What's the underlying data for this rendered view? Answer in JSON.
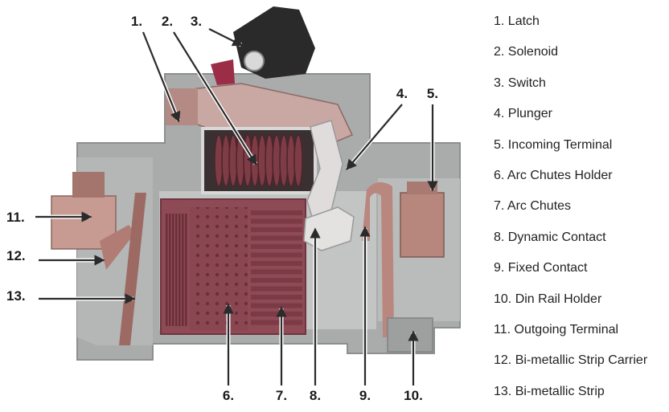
{
  "diagram": {
    "legend": [
      {
        "number": "1.",
        "label": "1. Latch"
      },
      {
        "number": "2.",
        "label": "2. Solenoid"
      },
      {
        "number": "3.",
        "label": "3. Switch"
      },
      {
        "number": "4.",
        "label": "4. Plunger"
      },
      {
        "number": "5.",
        "label": "5. Incoming Terminal"
      },
      {
        "number": "6.",
        "label": "6. Arc Chutes Holder"
      },
      {
        "number": "7.",
        "label": "7. Arc Chutes"
      },
      {
        "number": "8.",
        "label": "8. Dynamic Contact"
      },
      {
        "number": "9.",
        "label": "9. Fixed Contact"
      },
      {
        "number": "10.",
        "label": "10. Din Rail Holder"
      },
      {
        "number": "11.",
        "label": "11. Outgoing Terminal"
      },
      {
        "number": "12.",
        "label": "12. Bi-metallic Strip Carrier"
      },
      {
        "number": "13.",
        "label": "13. Bi-metallic Strip"
      }
    ],
    "colors": {
      "housing": "#a9acab",
      "housing_light": "#c2c5c4",
      "copper": "#b9877e",
      "coil": "#7e3d46",
      "arc_plate": "#8a4752",
      "switch": "#2a2a2a",
      "arrow": "#2b2b2b"
    }
  }
}
